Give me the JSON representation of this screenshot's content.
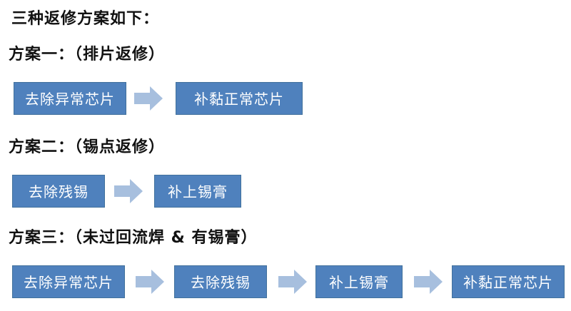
{
  "heading": "三种返修方案如下：",
  "colors": {
    "box_fill": "#4f81bd",
    "arrow_fill": "#a7bfde"
  },
  "plans": [
    {
      "title": "方案一：（排片返修）",
      "steps": [
        "去除异常芯片",
        "补黏正常芯片"
      ]
    },
    {
      "title": "方案二：（锡点返修）",
      "steps": [
        "去除残锡",
        "补上锡膏"
      ]
    },
    {
      "title": "方案三：（未过回流焊 & 有锡膏）",
      "steps": [
        "去除异常芯片",
        "去除残锡",
        "补上锡膏",
        "补黏正常芯片"
      ]
    }
  ]
}
